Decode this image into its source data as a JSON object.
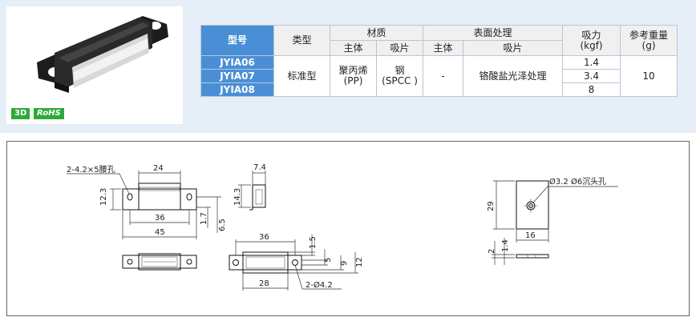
{
  "product": {
    "badges": [
      "3D",
      "RoHS"
    ]
  },
  "table": {
    "headers": {
      "model": "型号",
      "type": "类型",
      "material": "材质",
      "surface": "表面处理",
      "force": "吸力",
      "force_unit": "(kgf)",
      "weight": "参考重量",
      "weight_unit": "(g)",
      "body": "主体",
      "plate": "吸片"
    },
    "models": [
      "JYIA06",
      "JYIA07",
      "JYIA08"
    ],
    "type_value": "标准型",
    "material_body": [
      "聚丙烯",
      "(PP)"
    ],
    "material_plate": [
      "钢",
      "(SPCC )"
    ],
    "surface_body": "-",
    "surface_plate": "铬酸盐光泽处理",
    "forces": [
      "1.4",
      "3.4",
      "8"
    ],
    "weight_value": "10"
  },
  "drawing": {
    "labels": {
      "slot_holes": "2-4.2×5腰孔",
      "countersink": "Ø3.2 Ø6沉头孔",
      "round_holes": "2-Ø4.2"
    },
    "dims": {
      "d24": "24",
      "d36a": "36",
      "d45": "45",
      "d12_3": "12.3",
      "d1_7": "1.7",
      "d6_5": "6.5",
      "d7_4": "7.4",
      "d14_3": "14.3",
      "d36b": "36",
      "d28": "28",
      "d1_5": "1.5",
      "d5": "5",
      "d9": "9",
      "d12": "12",
      "d29": "29",
      "d16": "16",
      "d2": "2",
      "d1_4": "1.4"
    }
  }
}
